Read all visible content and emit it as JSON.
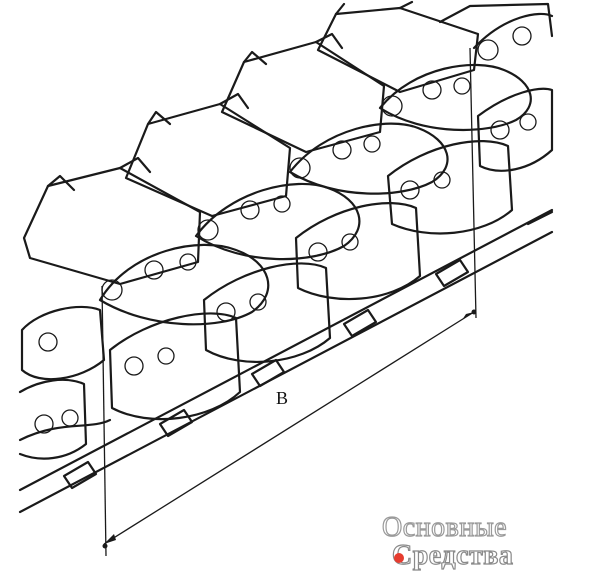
{
  "figure": {
    "dimension_label": "B"
  },
  "watermark": {
    "line1": "Основные",
    "line2": "Средства",
    "dot_color": "#e63c2f"
  },
  "colors": {
    "ink": "#1a1a1a",
    "background": "#ffffff"
  }
}
